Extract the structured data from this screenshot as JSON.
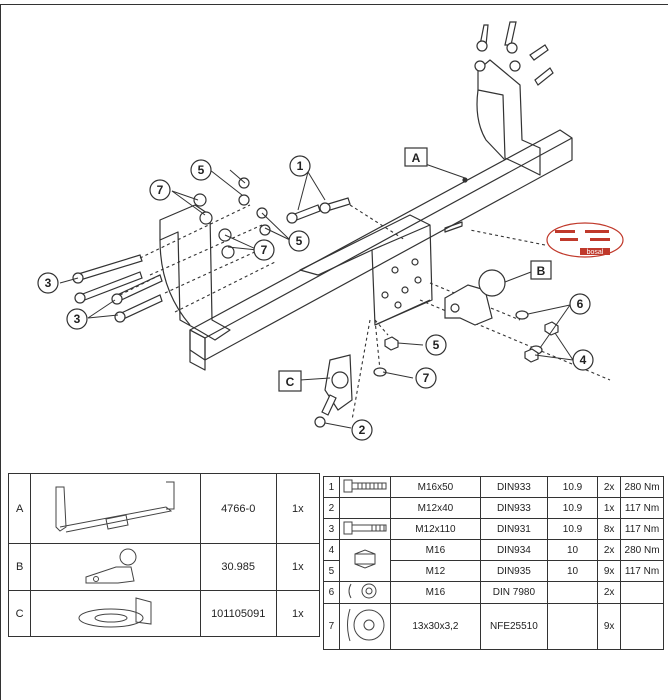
{
  "callouts": {
    "A": "A",
    "B": "B",
    "C": "C",
    "n1": "1",
    "n2": "2",
    "n3": "3",
    "n4": "4",
    "n5": "5",
    "n6": "6",
    "n7": "7"
  },
  "label_plate": {
    "brand": "bosal"
  },
  "kit": {
    "rows": [
      {
        "letter": "A",
        "code": "4766-0",
        "qty": "1x",
        "icon": "tow-bar-crossbeam-icon"
      },
      {
        "letter": "B",
        "code": "30.985",
        "qty": "1x",
        "icon": "tow-ball-icon"
      },
      {
        "letter": "C",
        "code": "101105091",
        "qty": "1x",
        "icon": "socket-plate-icon"
      }
    ]
  },
  "parts": {
    "rows": [
      {
        "no": "1",
        "size": "M16x50",
        "std": "DIN933",
        "class": "10.9",
        "qty": "2x",
        "torque": "280 Nm",
        "icon": "bolt-icon"
      },
      {
        "no": "2",
        "size": "M12x40",
        "std": "DIN933",
        "class": "10.9",
        "qty": "1x",
        "torque": "117 Nm",
        "icon": "bolt-icon"
      },
      {
        "no": "3",
        "size": "M12x110",
        "std": "DIN931",
        "class": "10.9",
        "qty": "8x",
        "torque": "117 Nm",
        "icon": "long-bolt-icon"
      },
      {
        "no": "4",
        "size": "M16",
        "std": "DIN934",
        "class": "10",
        "qty": "2x",
        "torque": "280 Nm",
        "icon": "hex-nut-icon"
      },
      {
        "no": "5",
        "size": "M12",
        "std": "DIN935",
        "class": "10",
        "qty": "9x",
        "torque": "117 Nm",
        "icon": "hex-nut-icon"
      },
      {
        "no": "6",
        "size": "M16",
        "std": "DIN 7980",
        "class": "",
        "qty": "2x",
        "torque": "",
        "icon": "spring-washer-icon"
      },
      {
        "no": "7",
        "size": "13x30x3,2",
        "std": "NFE25510",
        "class": "",
        "qty": "9x",
        "torque": "",
        "icon": "flat-washer-icon"
      }
    ]
  }
}
